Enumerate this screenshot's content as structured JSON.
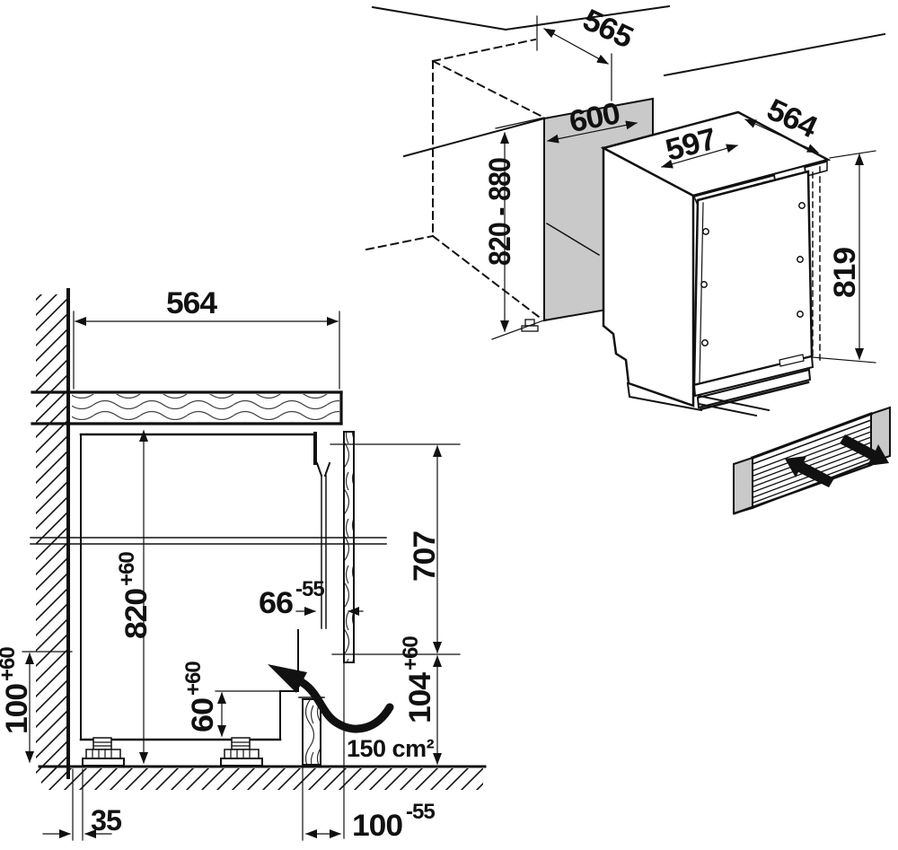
{
  "figure": {
    "type": "installation-dimension-diagram",
    "subject": "built-under appliance niche and ventilation"
  },
  "isometric_view": {
    "niche_depth": "565",
    "niche_width": "600",
    "niche_height_range": "820 - 880",
    "appliance_width": "597",
    "appliance_depth": "564",
    "appliance_height": "819"
  },
  "section_view": {
    "worktop_width": "564",
    "niche_height": {
      "value": "820",
      "tolerance": "+60"
    },
    "front_gap": {
      "value": "66",
      "tolerance": "-55"
    },
    "door_panel_height": "707",
    "plinth_zone_height": {
      "value": "104",
      "tolerance": "+60"
    },
    "vent_recess_height": {
      "value": "60",
      "tolerance": "+60"
    },
    "rear_channel_height": {
      "value": "100",
      "tolerance": "+60"
    },
    "vent_cross_section": "150 cm²",
    "rear_wall_gap": "35",
    "plinth_recess_depth": {
      "value": "100",
      "tolerance": "-55"
    }
  },
  "colors": {
    "line": "#111111",
    "panel_gray": "#c9c9c9",
    "background": "#ffffff"
  }
}
